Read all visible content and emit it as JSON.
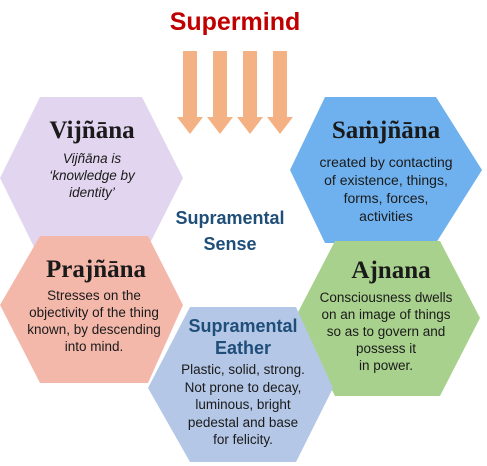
{
  "header": {
    "title": "Supermind",
    "title_color": "#c00000",
    "arrow_color": "#f4b183"
  },
  "center": {
    "line1": "Supramental",
    "line2": "Sense",
    "color": "#1f4e79"
  },
  "hexagons": [
    {
      "id": "vijnana",
      "title": "Vijñāna",
      "fill": "#e2d5ef",
      "lines": [
        "Vijñāna is",
        "‘knowledge by",
        "identity’"
      ]
    },
    {
      "id": "samjnana",
      "title": "Saṁjñāna",
      "fill": "#6fb1ee",
      "lines": [
        "created by contacting",
        "of existence, things,",
        "forms, forces,",
        "activities"
      ]
    },
    {
      "id": "prajnana",
      "title": "Prajñāna",
      "fill": "#f4b8ab",
      "lines": [
        "Stresses on the",
        "objectivity of the thing",
        "known, by descending",
        "into mind."
      ]
    },
    {
      "id": "ajnana",
      "title": "Ajnana",
      "fill": "#a9d18e",
      "lines": [
        "Consciousness dwells",
        "on an image of things",
        "so as to govern and",
        "possess it",
        "in power."
      ]
    },
    {
      "id": "eather",
      "title_line1": "Supramental",
      "title_line2": "Eather",
      "fill": "#b4c7e7",
      "lines": [
        "Plastic, solid, strong.",
        "Not prone to decay,",
        "luminous, bright",
        "pedestal and base",
        "for felicity."
      ]
    }
  ]
}
